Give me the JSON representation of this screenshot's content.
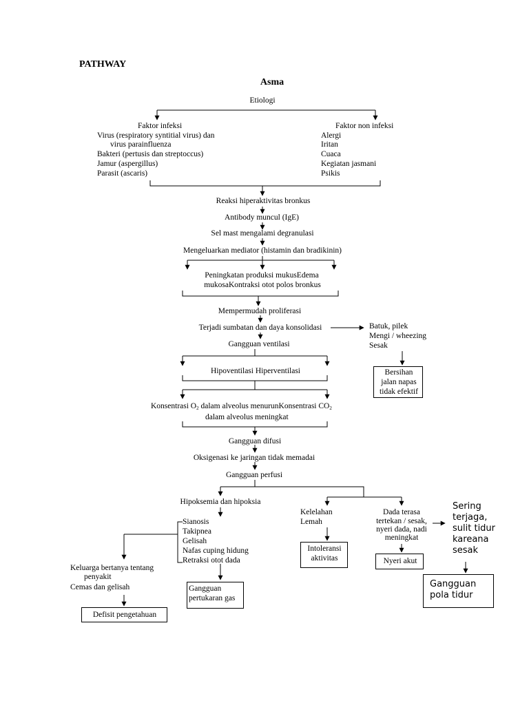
{
  "pathway_title": "PATHWAY",
  "title": "Asma",
  "etiologi": "Etiologi",
  "faktor_infeksi": {
    "heading": "Faktor infeksi",
    "items": [
      "Virus (respiratory syntitial virus) dan",
      "virus parainfluenza",
      "Bakteri (pertusis dan streptoccus)",
      "Jamur (aspergillus)",
      "Parasit (ascaris)"
    ]
  },
  "faktor_non_infeksi": {
    "heading": "Faktor non infeksi",
    "items": [
      "Alergi",
      "Iritan",
      "Cuaca",
      "Kegiatan jasmani",
      "Psikis"
    ]
  },
  "chain1": [
    "Reaksi hiperaktivitas bronkus",
    "Antibody muncul (IgE)",
    "Sel mast mengalami degranulasi",
    "Mengeluarkan mediator (histamin dan bradikinin)"
  ],
  "mediator_effects": {
    "line1": "Peningkatan produksi mukusEdema",
    "line2": "mukosaKontraksi otot polos bronkus"
  },
  "chain2": [
    "Mempermudah proliferasi",
    "Terjadi sumbatan dan daya konsolidasi",
    "Gangguan ventilasi"
  ],
  "symptoms_right": [
    "Batuk, pilek",
    "Mengi / wheezing",
    "Sesak"
  ],
  "dx_bersihan": [
    "Bersihan",
    "jalan napas",
    "tidak efektif"
  ],
  "ventilasi": "Hipoventilasi Hiperventilasi",
  "konsentrasi": {
    "a": "Konsentrasi O",
    "a_sub": "2",
    "b": " dalam alveolus menurunKonsentrasi CO",
    "b_sub": "2",
    "line2": "dalam alveolus meningkat"
  },
  "chain3": [
    "Gangguan difusi",
    "Oksigenasi ke jaringan tidak memadai",
    "Gangguan perfusi"
  ],
  "hipoksemia": "Hipoksemia dan hipoksia",
  "signs": [
    "Sianosis",
    "Takipnea",
    "Gelisah",
    "Nafas cuping hidung",
    "Retraksi otot dada"
  ],
  "keluarga": [
    "Keluarga bertanya tentang",
    "penyakit",
    "Cemas dan gelisah"
  ],
  "dx_defisit": "Defisit pengetahuan",
  "dx_gas": [
    "Gangguan",
    "pertukaran gas"
  ],
  "kelelahan": [
    "Kelelahan",
    "Lemah"
  ],
  "dx_intoleransi": [
    "Intoleransi",
    "aktivitas"
  ],
  "dada": [
    "Dada terasa",
    "tertekan / sesak,",
    "nyeri dada, nadi",
    "meningkat"
  ],
  "dx_nyeri": "Nyeri akut",
  "sering": [
    "Sering",
    "terjaga,",
    "sulit tidur",
    "kareana",
    "sesak"
  ],
  "dx_tidur": [
    "Gangguan",
    "pola tidur"
  ]
}
